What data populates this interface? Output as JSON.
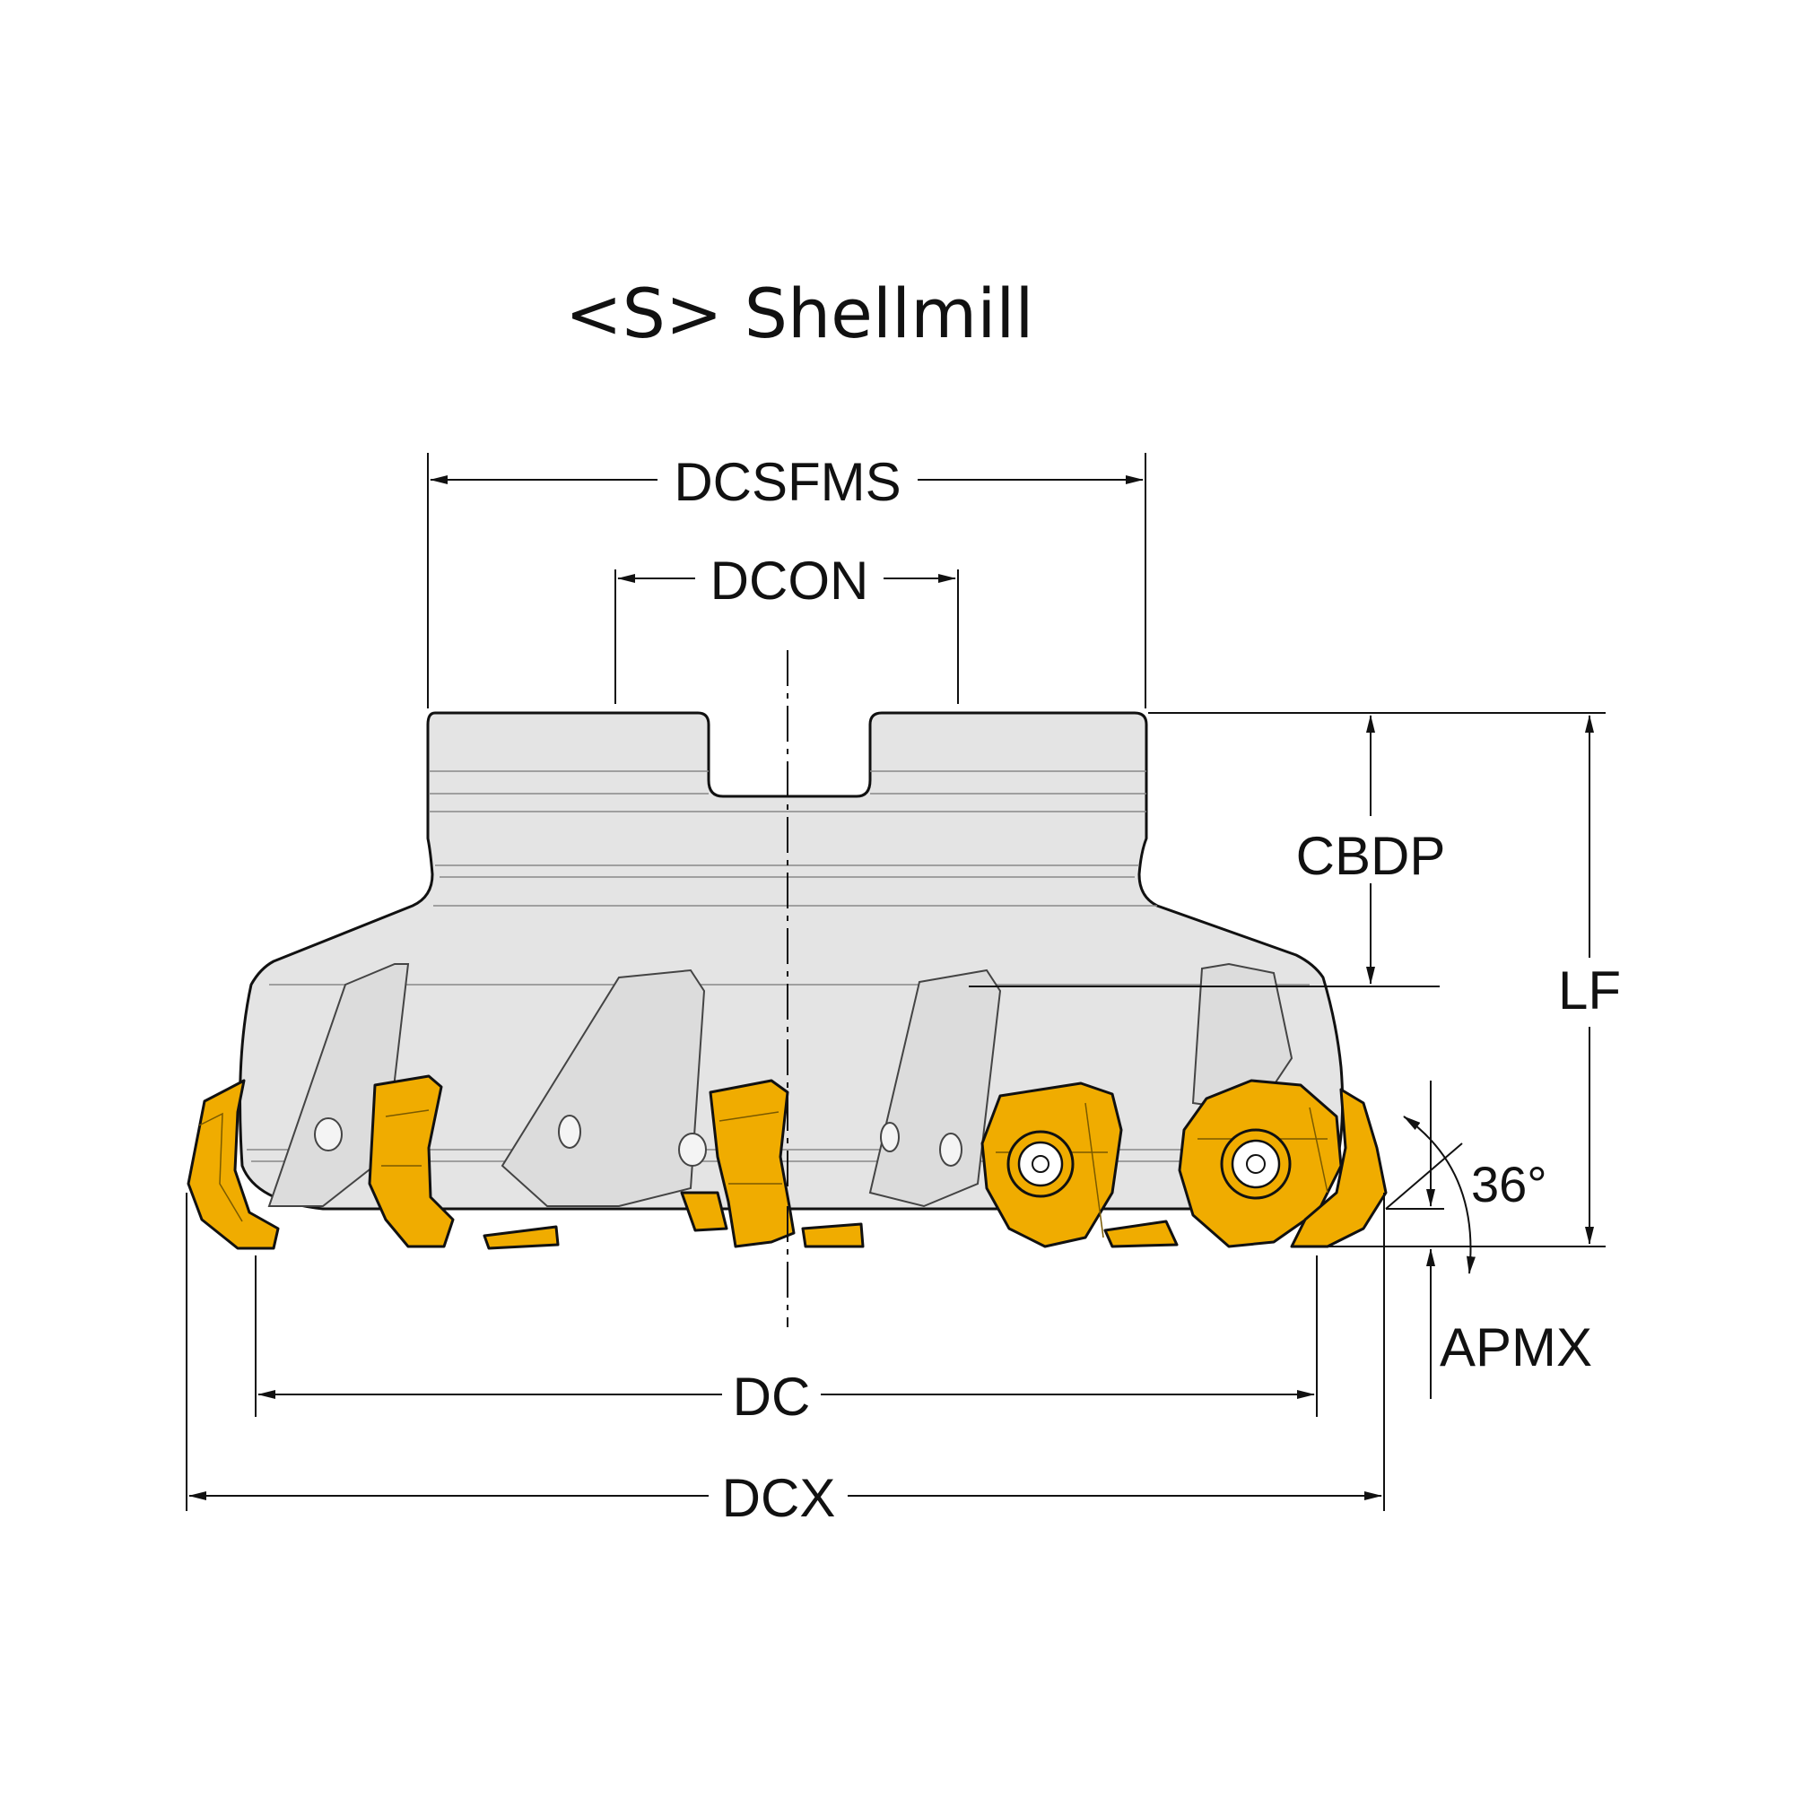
{
  "title": "<S> Shellmill",
  "labels": {
    "dcsfms": "DCSFMS",
    "dcon": "DCON",
    "cbdp": "CBDP",
    "lf": "LF",
    "angle": "36°",
    "apmx": "APMX",
    "dc": "DC",
    "dcx": "DCX"
  },
  "colors": {
    "body": "#e4e4e4",
    "insert": "#f0ac00",
    "line": "#111111"
  }
}
